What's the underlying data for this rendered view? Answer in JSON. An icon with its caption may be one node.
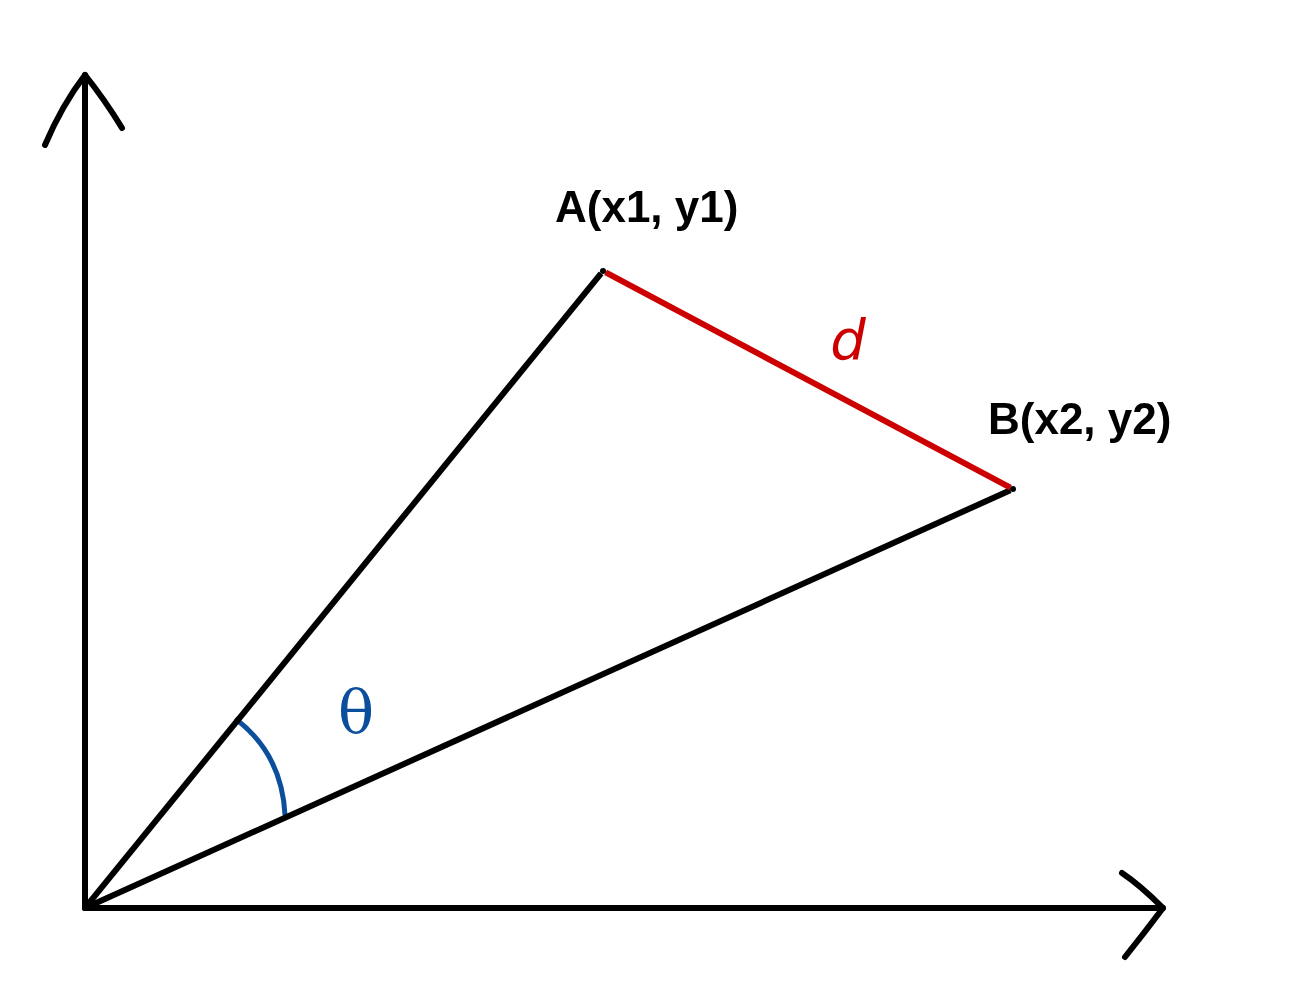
{
  "diagram": {
    "nodes": [
      {
        "text": [],
        "shape": "point"
      },
      {
        "text": [],
        "shape": "point",
        "beside": [
          "A(x1, y1)"
        ]
      },
      {
        "text": [],
        "shape": "point",
        "beside": [
          "B(x2, y2)"
        ]
      }
    ],
    "edges": [
      {
        "from": 0,
        "to": 1,
        "arrow": "none"
      },
      {
        "from": 0,
        "to": 2,
        "arrow": "none"
      },
      {
        "from": 1,
        "to": 2,
        "arrow": "none",
        "label": "d",
        "color": "#cc0000"
      }
    ],
    "labels": [
      "θ"
    ]
  }
}
